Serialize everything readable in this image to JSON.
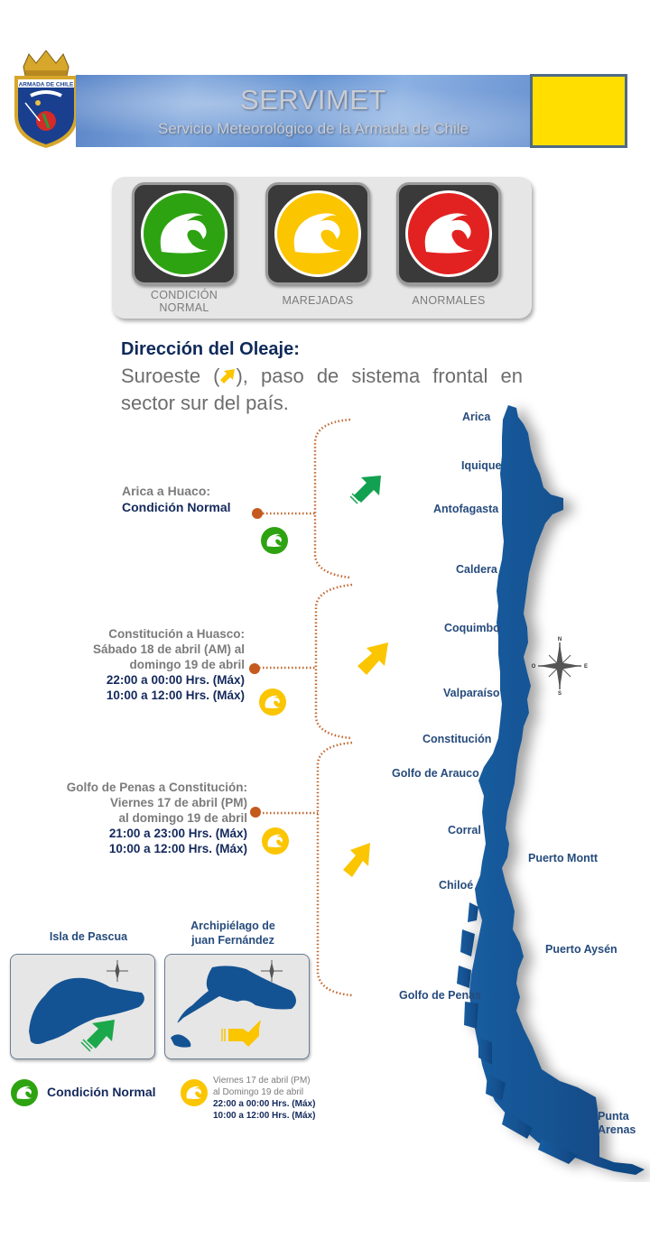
{
  "header": {
    "crest_label": "ARMADA DE CHILE",
    "title": "SERVIMET",
    "subtitle": "Servicio Meteorológico de la Armada de Chile",
    "alert_color": "#ffde00"
  },
  "legend": {
    "items": [
      {
        "label": "CONDICIÓN NORMAL",
        "color": "#2ea312",
        "icon": "wave-icon"
      },
      {
        "label": "MAREJADAS",
        "color": "#fbc500",
        "icon": "wave-icon"
      },
      {
        "label": "ANORMALES",
        "color": "#e22221",
        "icon": "wave-icon"
      }
    ]
  },
  "direction": {
    "title": "Dirección del Oleaje:",
    "text_before": "Suroeste (",
    "text_after": "), paso de sistema frontal en sector sur del país.",
    "arrow_color": "#fbc500"
  },
  "regions": [
    {
      "name": "Arica a Huaco:",
      "status": "Condición Normal",
      "lines": [],
      "times": [],
      "color": "#2ea312"
    },
    {
      "name": "Constitución a Huasco:",
      "lines": [
        "Sábado 18 de abril (AM) al",
        "domingo 19 de abril"
      ],
      "times": [
        "22:00 a 00:00 Hrs. (Máx)",
        "10:00 a 12:00 Hrs. (Máx)"
      ],
      "color": "#fbc500"
    },
    {
      "name": "Golfo de Penas a Constitución:",
      "lines": [
        "Viernes 17 de abril (PM)",
        "al domingo 19 de abril"
      ],
      "times": [
        "21:00 a 23:00 Hrs. (Máx)",
        "10:00 a 12:00 Hrs. (Máx)"
      ],
      "color": "#fbc500"
    }
  ],
  "cities": [
    "Arica",
    "Iquique",
    "Antofagasta",
    "Caldera",
    "Coquimbo",
    "Valparaíso",
    "Constitución",
    "Golfo de Arauco",
    "Corral",
    "Puerto Montt",
    "Chiloé",
    "Puerto Aysén",
    "Golfo de Penas",
    "Punta",
    "Arenas"
  ],
  "compass": {
    "n": "N",
    "s": "S",
    "e": "E",
    "o": "O"
  },
  "insets": [
    {
      "title_1": "Isla de Pascua",
      "title_2": "",
      "arrow_color": "#1aa84a"
    },
    {
      "title_1": "Archipiélago de",
      "title_2": "juan Fernández",
      "arrow_color": "#fbc500"
    }
  ],
  "bottom_legend": {
    "normal_label": "Condición Normal",
    "marejada_lines": [
      "Viernes 17 de abril (PM)",
      "al Domingo 19 de abril"
    ],
    "marejada_times": [
      "22:00 a 00:00 Hrs. (Máx)",
      "10:00 a 12:00 Hrs. (Máx)"
    ]
  },
  "colors": {
    "map_blue": "#145393",
    "bracket": "#c0672d",
    "navy_text": "#14295c",
    "gray_text": "#7b7b7b"
  }
}
